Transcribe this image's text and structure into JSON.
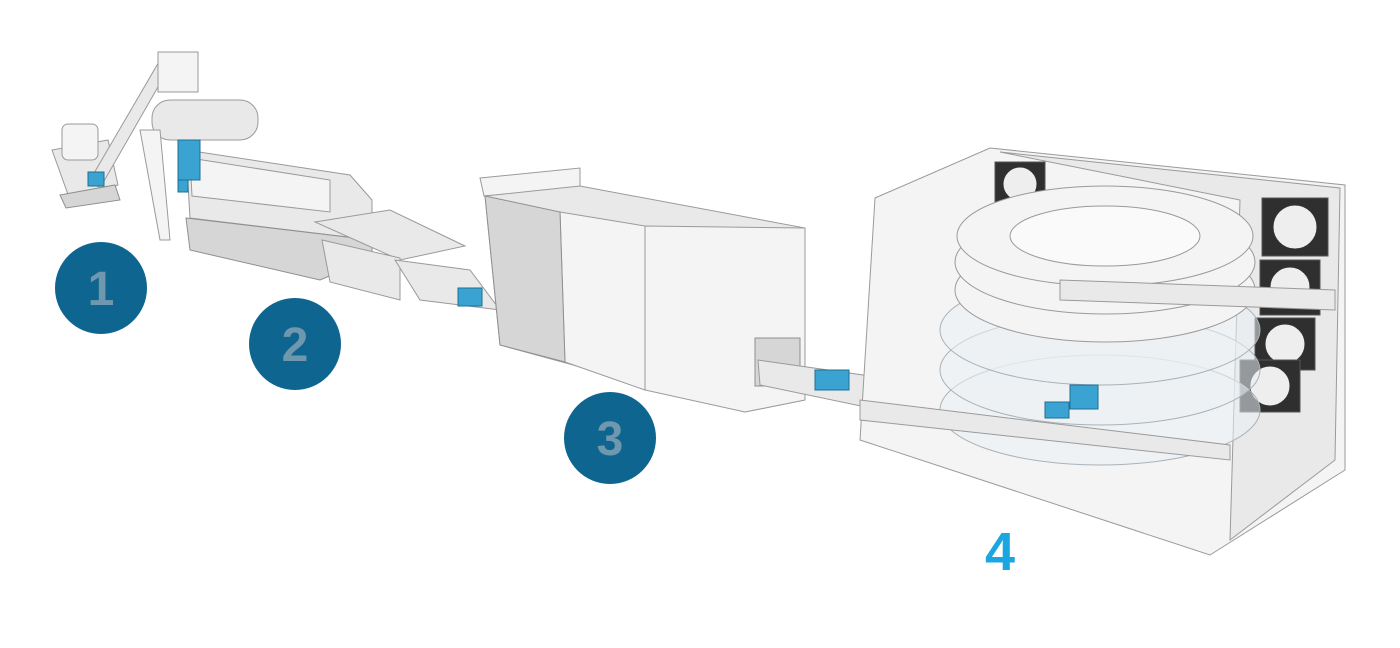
{
  "colors": {
    "badge_fill": "#0e6690",
    "badge_number": "#6f97ae",
    "step4_number": "#1aa6e0",
    "motor": "#3aa3d2"
  },
  "steps": [
    {
      "number": "1"
    },
    {
      "number": "2"
    },
    {
      "number": "3"
    },
    {
      "number": "4"
    }
  ]
}
